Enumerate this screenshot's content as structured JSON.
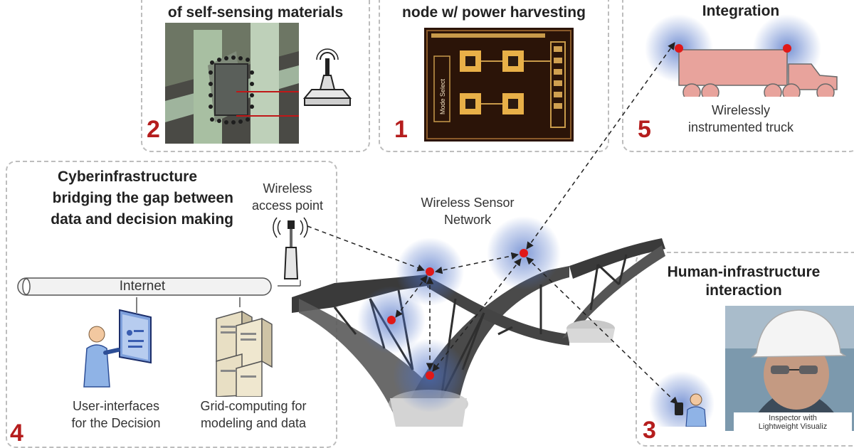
{
  "panel_materials": {
    "title": "of self-sensing materials",
    "number": "2"
  },
  "panel_node": {
    "title": "node w/ power harvesting",
    "number": "1",
    "chip_label": "Mode Select"
  },
  "panel_integration": {
    "title": "Integration",
    "number": "5",
    "caption_line1": "Wirelessly",
    "caption_line2": "instrumented truck"
  },
  "panel_cyber": {
    "title_line1": "Cyberinfrastructure",
    "title_line2": "bridging the gap between",
    "title_line3": "data and decision making",
    "ap_line1": "Wireless",
    "ap_line2": "access point",
    "internet": "Internet",
    "ui_line1": "User-interfaces",
    "ui_line2": "for the Decision",
    "grid_line1": "Grid-computing for",
    "grid_line2": "modeling and data",
    "number": "4"
  },
  "center": {
    "wsn_line1": "Wireless Sensor",
    "wsn_line2": "Network"
  },
  "panel_human": {
    "title_line1": "Human-infrastructure",
    "title_line2": "interaction",
    "number": "3",
    "photo_caption_line1": "Inspector with",
    "photo_caption_line2": "Lightweight Visualiz"
  },
  "colors": {
    "accent_red": "#b51d1d",
    "node_red": "#e01818",
    "glow_blue": "#4a6fc6",
    "truck": "#e8a39c"
  }
}
